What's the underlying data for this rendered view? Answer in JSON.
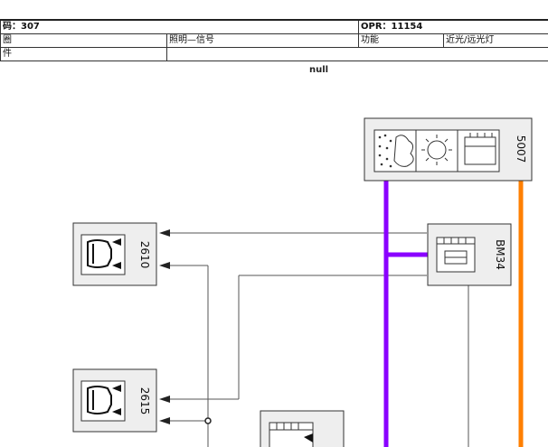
{
  "header": {
    "row1": {
      "left": "码：307",
      "opr": "OPR：11154"
    },
    "row2": {
      "left": "圈",
      "signal": "照明—信号",
      "function_label": "功能",
      "function_value": "近光/远光灯"
    },
    "row3": {
      "left": "件",
      "value": ""
    }
  },
  "null_label": "null",
  "components": {
    "c5007": {
      "code": "5007",
      "icon": "rain-sun-light-sensor-icon"
    },
    "bm34": {
      "code": "BM34",
      "icon": "relay-box-icon"
    },
    "c2610": {
      "code": "2610",
      "icon": "headlamp-icon"
    },
    "c2615": {
      "code": "2615",
      "icon": "headlamp-icon"
    },
    "c_partial": {
      "code": "",
      "icon": "relay-box-icon"
    }
  },
  "colors": {
    "wire_purple": "#8a00ff",
    "wire_orange": "#ff7f00",
    "wire_grey": "#555555",
    "box_fill": "#eeeeee"
  }
}
